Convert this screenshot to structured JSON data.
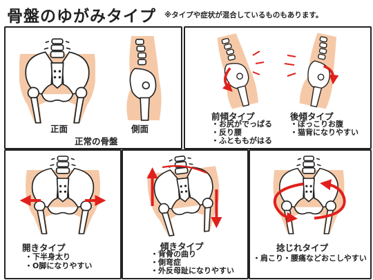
{
  "header": {
    "title": "骨盤のゆがみタイプ",
    "note": "※タイプや症状が混合しているものもあります。"
  },
  "panels": {
    "normal": {
      "front_label": "正面",
      "side_label": "側面",
      "caption": "正常の骨盤"
    },
    "forward": {
      "name": "前傾タイプ",
      "symptoms": [
        "・お尻がでっぱる",
        "・反り腰",
        "・ふとももがはる"
      ]
    },
    "backward": {
      "name": "後傾タイプ",
      "symptoms": [
        "・ぽっこりお腹",
        "・猫背になりやすい"
      ]
    },
    "open": {
      "name": "開きタイプ",
      "symptoms": [
        "・下半身太り",
        "・O脚になりやすい"
      ]
    },
    "tilt": {
      "name": "傾きタイプ",
      "symptoms": [
        "・背骨の曲り",
        "・側弯症",
        "・外反母趾になりやすい"
      ]
    },
    "twist": {
      "name": "捻じれタイプ",
      "symptoms": [
        "・肩こり・腰痛などおこしやすい"
      ]
    }
  },
  "colors": {
    "skin": "#f5c9a8",
    "bone": "#ffffff",
    "outline": "#222222",
    "arrow": "#e0201c"
  }
}
